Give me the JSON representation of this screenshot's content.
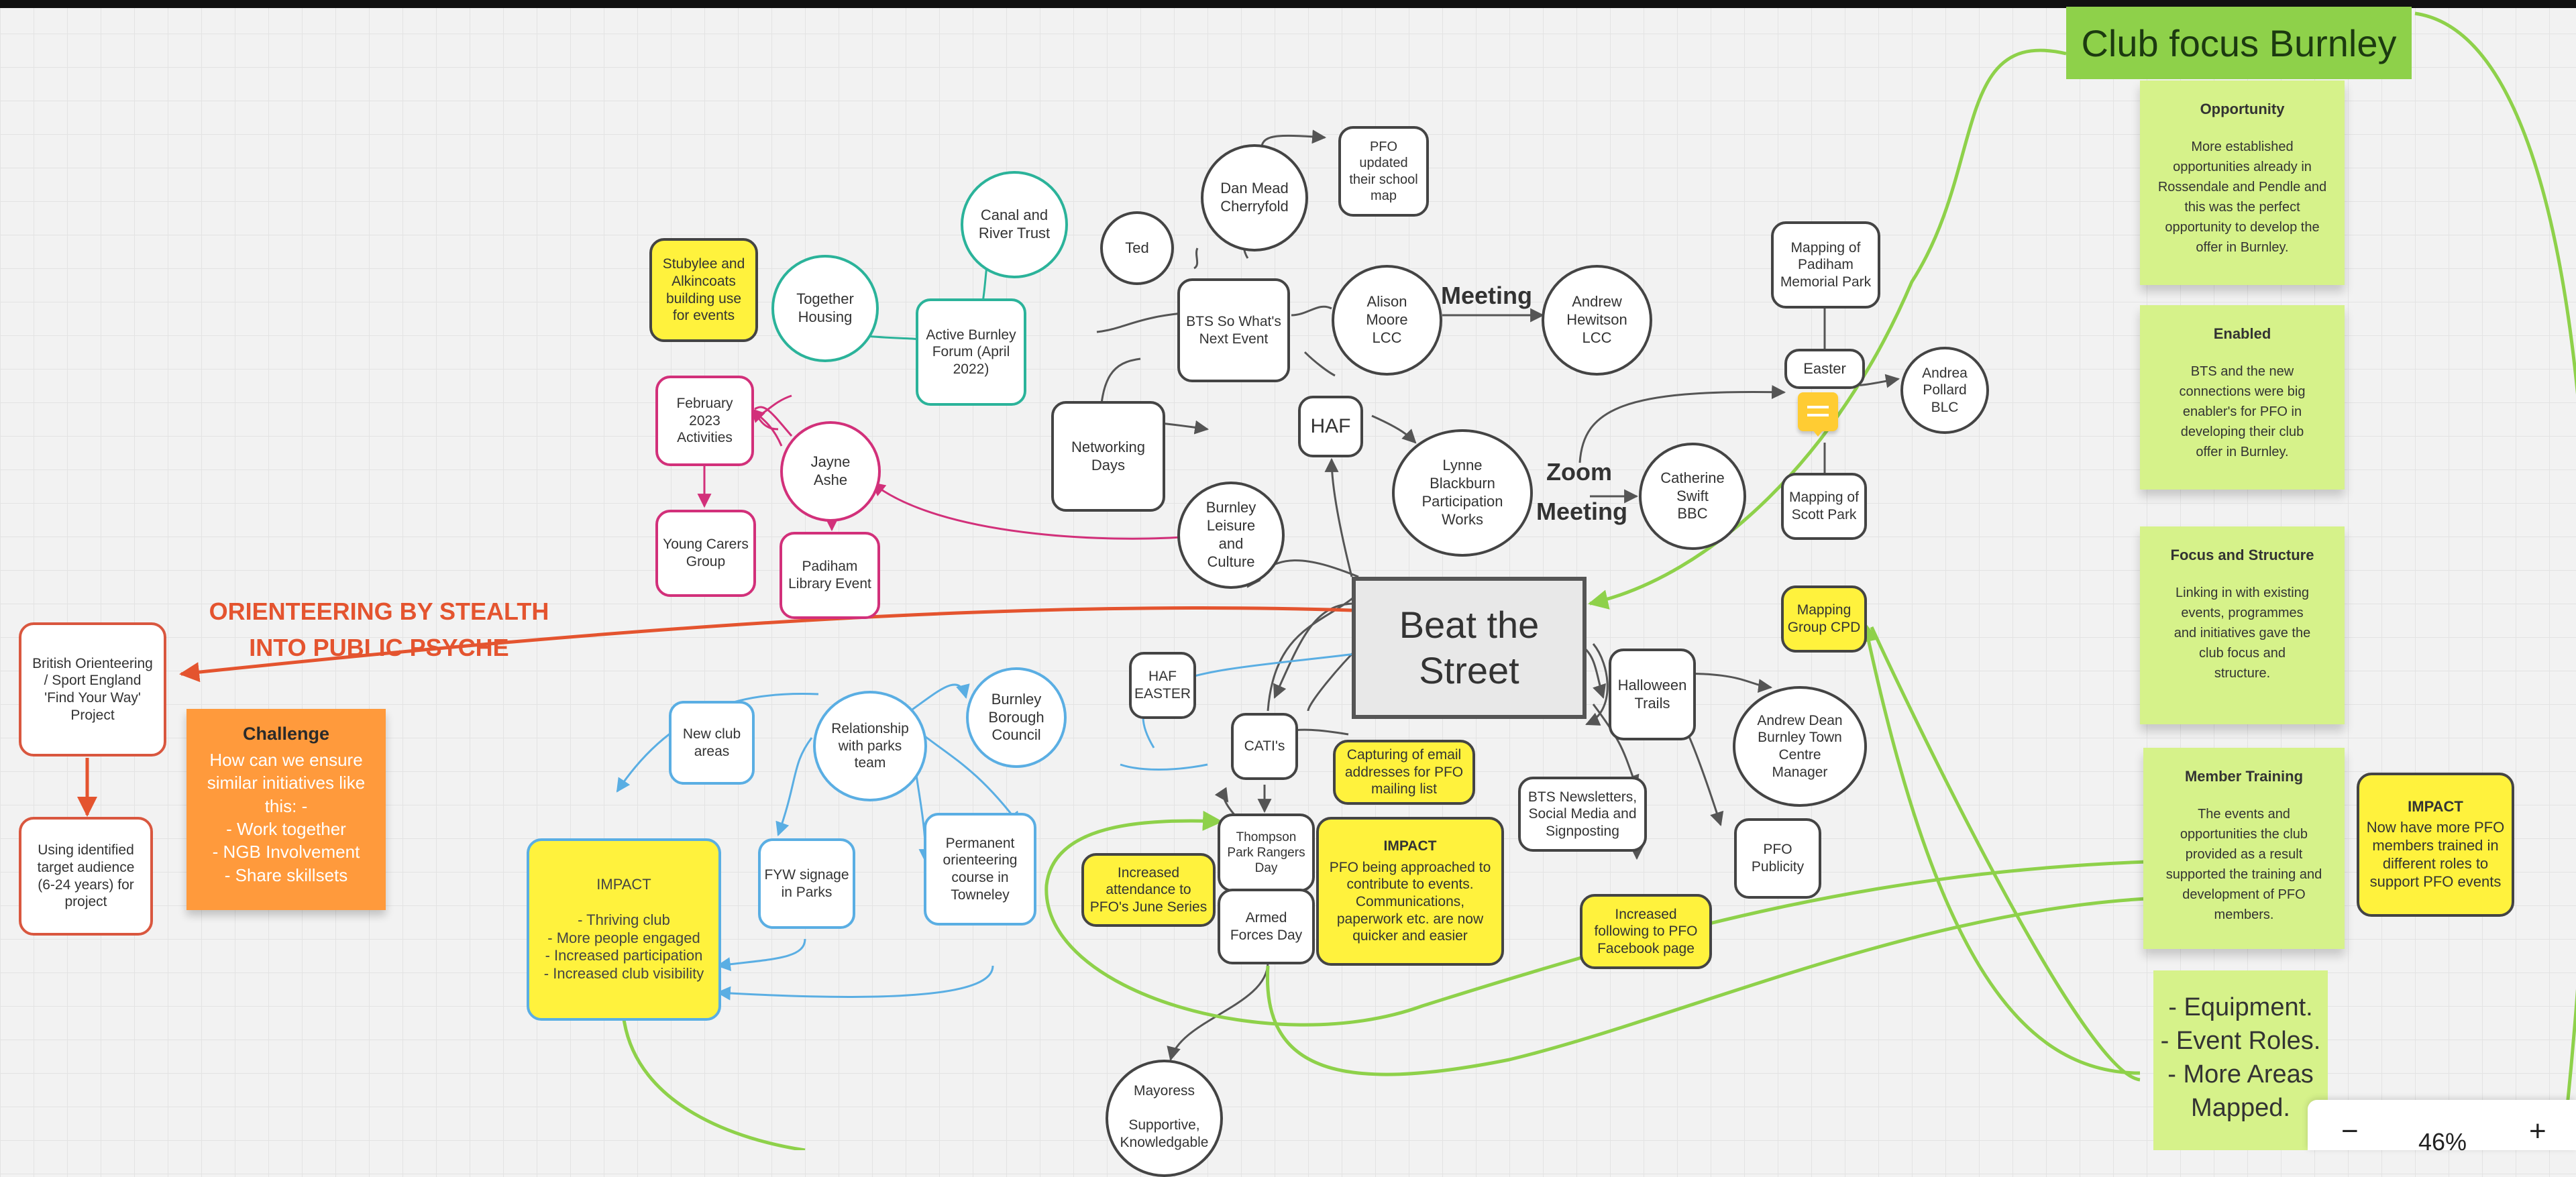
{
  "board": {
    "frame_title": "Club focus Burnley",
    "central_node": "Beat the\nStreet",
    "headline": "ORIENTEERING BY STEALTH\nINTO PUBLIC PSYCHE",
    "labels": {
      "meeting1": "Meeting",
      "zoom": "Zoom",
      "meeting2": "Meeting"
    },
    "nodes": {
      "stubylee": "Stubylee and\nAlkincoats\nbuilding use\nfor events",
      "together_housing": "Together\nHousing",
      "canal_river": "Canal and\nRiver Trust",
      "active_burnley": "Active Burnley\nForum (April\n2022)",
      "ted": "Ted",
      "dan_mead": "Dan Mead\nCherryfold",
      "pfo_school": "PFO\nupdated\ntheir school\nmap",
      "bts_next_event": "BTS So What's\nNext Event",
      "alison_moore": "Alison\nMoore\nLCC",
      "andrew_hewitson": "Andrew\nHewitson\nLCC",
      "mapping_padiham": "Mapping of\nPadiham\nMemorial Park",
      "easter": "Easter",
      "andrea_pollard": "Andrea\nPollard\nBLC",
      "feb_2023": "February\n2023\nActivities",
      "jayne_ashe": "Jayne\nAshe",
      "young_carers": "Young Carers\nGroup",
      "padiham_library": "Padiham\nLibrary Event",
      "networking_days": "Networking\nDays",
      "haf": "HAF",
      "lynne_blackburn": "Lynne\nBlackburn\nParticipation\nWorks",
      "catherine_swift": "Catherine\nSwift\nBBC",
      "mapping_scott": "Mapping of\nScott Park",
      "burnley_leisure": "Burnley\nLeisure\nand\nCulture",
      "mapping_group_cpd": "Mapping\nGroup CPD",
      "british_orienteering": "British Orienteering\n/ Sport England\n'Find Your Way'\nProject",
      "using_identified": "Using identified\ntarget audience\n(6-24 years) for\nproject",
      "new_club_areas": "New club\nareas",
      "relationship_parks": "Relationship\nwith parks\nteam",
      "burnley_borough": "Burnley\nBorough\nCouncil",
      "haf_easter": "HAF\nEASTER",
      "catis": "CATI's",
      "capturing_email": "Capturing of email\naddresses for PFO\nmailing list",
      "halloween_trails": "Halloween\nTrails",
      "andrew_dean": "Andrew Dean\nBurnley Town\nCentre\nManager",
      "bts_newsletters": "BTS Newsletters,\nSocial Media and\nSignposting",
      "pfo_publicity": "PFO\nPublicity",
      "fyw_signage": "FYW signage\nin Parks",
      "permanent_course": "Permanent\norienteering\ncourse in\nTowneley",
      "thompson_park": "Thompson\nPark Rangers\nDay",
      "armed_forces": "Armed\nForces Day",
      "increased_attendance": "Increased\nattendance to\nPFO's June Series",
      "increased_following": "Increased\nfollowing to PFO\nFacebook page",
      "mayoress": "Mayoress\n\nSupportive,\nKnowledgable"
    },
    "impact_left": {
      "title": "IMPACT",
      "body": "- Thriving club\n- More people engaged\n- Increased participation\n- Increased club visibility"
    },
    "impact_center": {
      "title": "IMPACT",
      "body": "PFO being approached to\ncontribute to events.\nCommunications,\npaperwork etc. are now\nquicker and easier"
    },
    "impact_right": {
      "title": "IMPACT",
      "body": "Now have more PFO\nmembers trained in\ndifferent roles to\nsupport PFO events"
    },
    "challenge": {
      "title": "Challenge",
      "body": "How can we ensure\nsimilar initiatives like\nthis: -\n- Work together\n- NGB Involvement\n- Share skillsets"
    },
    "stickies": [
      {
        "title": "Opportunity",
        "body": "More established\nopportunities already in\nRossendale and Pendle and\nthis was the perfect\nopportunity to develop the\noffer in Burnley."
      },
      {
        "title": "Enabled",
        "body": "BTS and the new\nconnections were big\nenabler's for PFO in\ndeveloping their club\noffer in Burnley."
      },
      {
        "title": "Focus and Structure",
        "body": "Linking in with existing\nevents, programmes\nand initiatives gave the\nclub focus and\nstructure."
      },
      {
        "title": "Member Training",
        "body": "The events and\nopportunities the club\nprovided as a result\nsupported the training and\ndevelopment of PFO\nmembers."
      }
    ],
    "equipment_note": "- Equipment.\n- Event Roles.\n- More Areas\nMapped."
  },
  "zoom": {
    "minus": "−",
    "level": "46%",
    "plus": "+"
  },
  "colors": {
    "accent_green": "#8ed14a",
    "headline_red": "#e4542f",
    "teal": "#2bb39a",
    "pink": "#d2307a",
    "blue": "#5aaee3",
    "yellow": "#fff23d",
    "orange": "#ff9a3c",
    "sticky": "#d6f28a"
  }
}
